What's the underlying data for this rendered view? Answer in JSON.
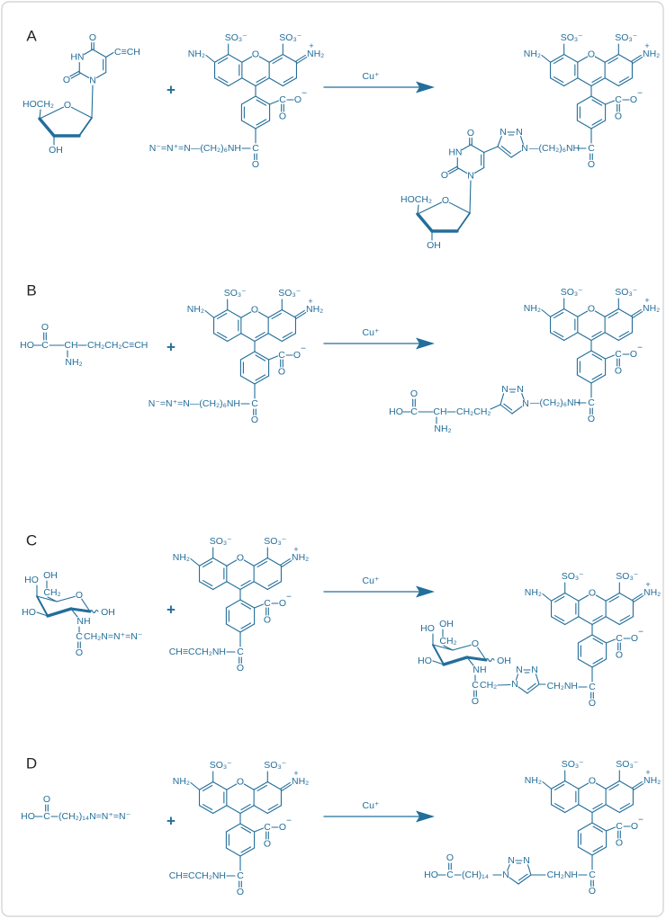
{
  "colors": {
    "ink": "#236e9a",
    "panel_label": "#222222",
    "frame": "#cfcfcf"
  },
  "dye": {
    "ring_o": "O",
    "so3_left": "SO₃⁻",
    "so3_right": "SO₃⁻",
    "nh2_left": "NH₂",
    "nh2_right": "NH₂",
    "iminium_charge": "+",
    "carboxyl_c": "C",
    "carboxyl_o": "O",
    "carboxyl_charge": "−",
    "carboxyl_carbonyl_o": "O",
    "amide_c": "C",
    "amide_o": "O"
  },
  "nucleoside": {
    "c4_o": "O",
    "n3": "HN",
    "c2_o": "O",
    "n1": "N",
    "sugar_o": "O",
    "hoch2": "HOCH₂",
    "oh": "OH"
  },
  "amino_acid": {
    "ho": "HO",
    "c": "C",
    "o": "O",
    "ch": "CH",
    "nh2": "NH₂"
  },
  "galactosamine": {
    "ho_c4": "HO",
    "oh_c6": "OH",
    "ch2": "CH₂",
    "ring_o": "O",
    "ho_c3": "HO",
    "oh_c1": "OH",
    "nh": "NH",
    "c": "C",
    "o": "O"
  },
  "fatty_acid": {
    "ho": "HO",
    "c": "C",
    "o": "O"
  },
  "triazole_n": "N",
  "panels": [
    {
      "label": "A",
      "plus": "+",
      "reagent": "Cu⁺",
      "reactant_alkyne": "C≡CH",
      "reactant_dye_tail": "N⁻=N⁺=N—(CH₂)₆NH",
      "product_linker": "—(CH₂)₆NH"
    },
    {
      "label": "B",
      "plus": "+",
      "reagent": "Cu⁺",
      "reactant_tail": "CH₂CH₂C≡CH",
      "reactant_dye_tail": "N⁻=N⁺=N—(CH₂)₆NH",
      "product_tail": "CH₂CH₂",
      "product_linker": "—(CH₂)₆NH"
    },
    {
      "label": "C",
      "plus": "+",
      "reagent": "Cu⁺",
      "reactant_tail": "CH₂N=N⁺=N⁻",
      "reactant_dye_tail": "CH≡CCH₂NH",
      "product_tail": "CH₂",
      "product_linker": "CH₂NH"
    },
    {
      "label": "D",
      "plus": "+",
      "reagent": "Cu⁺",
      "reactant_tail": "(CH₂)₁₄N=N⁺=N⁻",
      "reactant_dye_tail": "CH≡CCH₂NH",
      "product_tail": "(CH)₁₄",
      "product_linker": "CH₂NH"
    }
  ]
}
